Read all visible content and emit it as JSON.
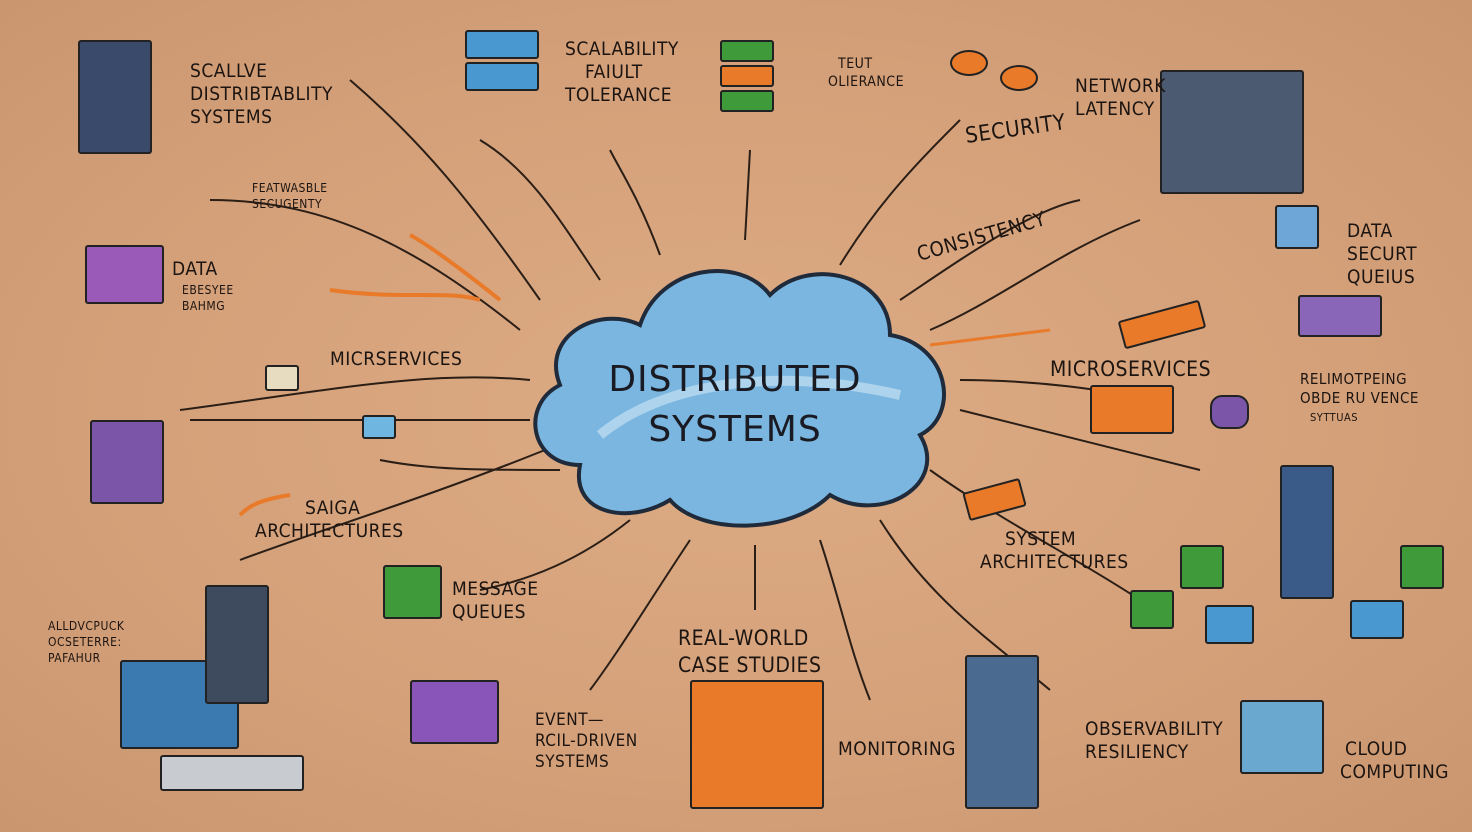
{
  "center": {
    "line1": "DISTRIBUTED",
    "line2": "SYSTEMS"
  },
  "labels": {
    "scallve": [
      "SCALLVE",
      "DISTRIBTABLITY",
      "SYSTEMS"
    ],
    "scalability": [
      "SCALABILITY",
      "FAIULT",
      "TOLERANCE"
    ],
    "teut": [
      "TEUT",
      "OLIERANCE"
    ],
    "network": [
      "NETWORK",
      "LATENCY"
    ],
    "security": "SECURITY",
    "consistency": "CONSISTENCY",
    "featwasble": [
      "FEATWASBLE",
      "SECUGENTY"
    ],
    "data_left": "DATA",
    "data_left_sub": [
      "EBESYEE",
      "BAHMG"
    ],
    "data_right": [
      "DATA",
      "SECURT",
      "QUEIUS"
    ],
    "microservices_left": "MICRSERVICES",
    "microservices_right": "MICROSERVICES",
    "reli": [
      "RELIMOTPEING",
      "OBDE RU VENCE",
      "SYTTUAS"
    ],
    "saiga": [
      "SAIGA",
      "ARCHITECTURES"
    ],
    "system_arch": [
      "SYSTEM",
      "ARCHITECTURES"
    ],
    "message": [
      "MESSAGE",
      "QUEUES"
    ],
    "realworld": [
      "REAL-WORLD",
      "CASE STUDIES"
    ],
    "alldv": [
      "ALLDVCPUCK",
      "OCSETERRE:",
      "PAFAHUR"
    ],
    "event": [
      "EVENT—",
      "RCIL-DRIVEN",
      "SYSTEMS"
    ],
    "monitoring": "MONITORING",
    "observability": [
      "OBSERVABILITY",
      "RESILIENCY"
    ],
    "cloud_computing": [
      "CLOUD",
      "COMPUTING"
    ]
  },
  "colors": {
    "background": "#d6a47c",
    "cloud": "#6aa8d8",
    "accent_orange": "#e87a2a",
    "accent_green": "#3f9a3a",
    "accent_purple": "#7a55a8",
    "accent_blue": "#4a98d0"
  }
}
